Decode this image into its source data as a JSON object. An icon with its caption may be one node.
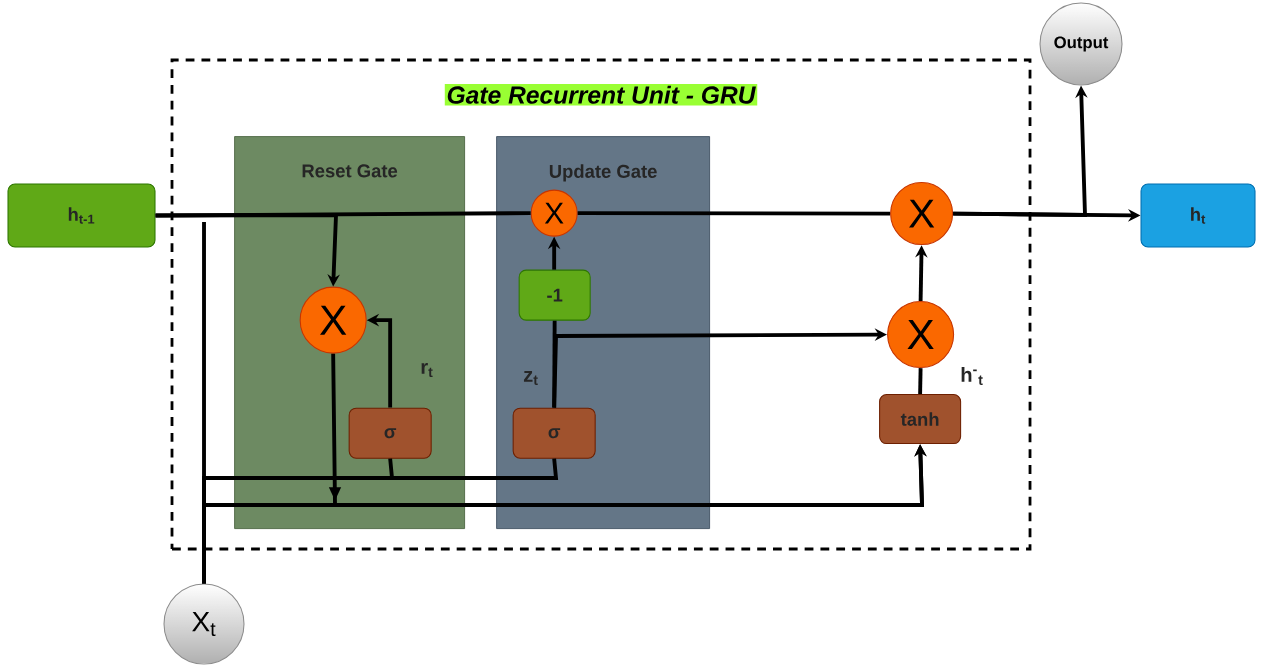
{
  "diagram": {
    "nodes": [
      {
        "text": [
          "Gate Recurrent Unit - GRU"
        ]
      },
      {
        "text": [
          "Reset Gate"
        ],
        "in": 0
      },
      {
        "text": [
          "Update Gate"
        ],
        "in": 0
      },
      {
        "text": [
          "h$_{t-1}$"
        ]
      },
      {
        "text": [
          "X$_{t}$"
        ]
      },
      {
        "text": [
          "Output"
        ]
      },
      {
        "text": [
          "h$_{t}$"
        ]
      },
      {
        "text": [
          "X"
        ],
        "in": 1
      },
      {
        "text": [
          "σ"
        ],
        "in": 1
      },
      {
        "text": [
          "X"
        ],
        "in": 2
      },
      {
        "text": [
          "-1"
        ],
        "in": 2
      },
      {
        "text": [
          "σ"
        ],
        "in": 2
      },
      {
        "text": [
          "X"
        ],
        "in": 0
      },
      {
        "text": [
          "X"
        ],
        "in": 0
      },
      {
        "text": [
          "tanh"
        ],
        "in": 0
      }
    ],
    "edges": [
      {
        "from": 3,
        "to": 9,
        "arrow": "none"
      },
      {
        "from": 9,
        "to": 12,
        "arrow": "none"
      },
      {
        "from": 12,
        "to": 6,
        "arrow": "to"
      },
      {
        "from": 12,
        "to": 5,
        "arrow": "to"
      },
      {
        "from": 3,
        "to": 7,
        "arrow": "to"
      },
      {
        "from": 8,
        "to": 7,
        "arrow": "to",
        "label": "r$_{t}$"
      },
      {
        "from": 11,
        "to": 10,
        "arrow": "none",
        "label": "z$_{t}$"
      },
      {
        "from": 10,
        "to": 9,
        "arrow": "to"
      },
      {
        "from": 11,
        "to": 13,
        "arrow": "to"
      },
      {
        "from": 14,
        "to": 13,
        "arrow": "none",
        "label": "h$^{-}$$_{t}$"
      },
      {
        "from": 13,
        "to": 12,
        "arrow": "to"
      },
      {
        "from": 4,
        "to": 8,
        "arrow": "none"
      },
      {
        "from": 4,
        "to": 11,
        "arrow": "none"
      },
      {
        "from": 4,
        "to": 14,
        "arrow": "to"
      },
      {
        "from": 7,
        "to": 14,
        "arrow": "to"
      }
    ]
  }
}
